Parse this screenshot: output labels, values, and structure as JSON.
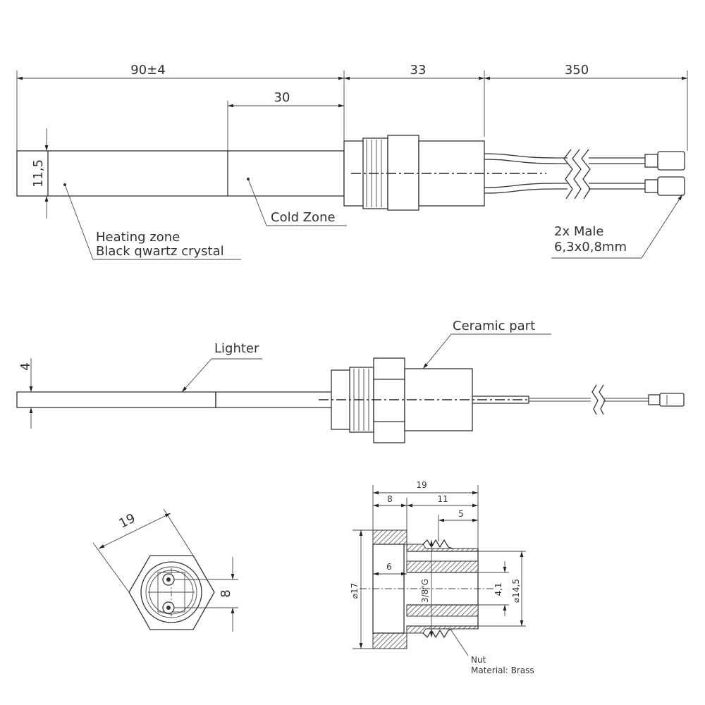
{
  "dimensions": {
    "overall_element": "90±4",
    "thread_length": "33",
    "wire_length": "350",
    "cold_zone": "30",
    "diameter": "11,5",
    "thickness": "4",
    "hex_width": "19",
    "terminal_spacing": "8",
    "nut_total": "19",
    "nut_hex_part": "8",
    "nut_thread_part": "11",
    "nut_thread_end": "5",
    "nut_bore_depth": "6",
    "nut_outer_dia": "⌀17",
    "nut_thread_size": "3/8\"G",
    "nut_inner_dia": "⌀14,5",
    "nut_small": "4,1"
  },
  "labels": {
    "heating_zone_line1": "Heating zone",
    "heating_zone_line2": "Black qwartz crystal",
    "cold_zone": "Cold Zone",
    "terminals_line1": "2x Male",
    "terminals_line2": "6,3x0,8mm",
    "lighter": "Lighter",
    "ceramic": "Ceramic part",
    "nut_line1": "Nut",
    "nut_line2": "Material: Brass"
  }
}
